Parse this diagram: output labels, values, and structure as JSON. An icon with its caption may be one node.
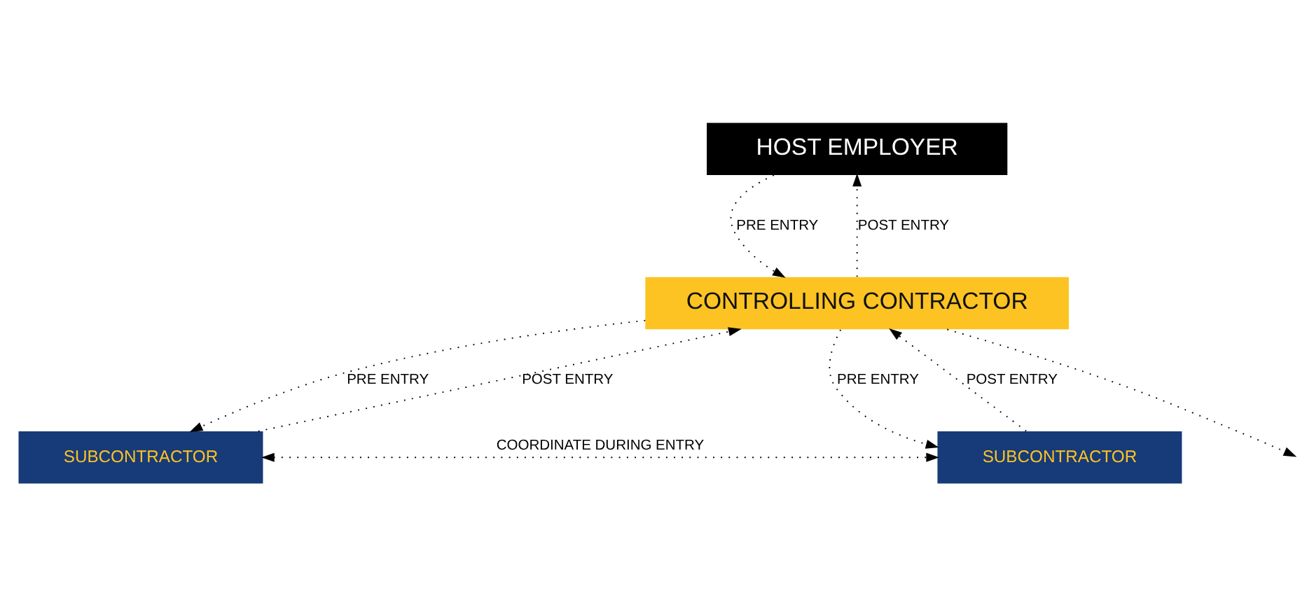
{
  "diagram": {
    "nodes": [
      {
        "text": [
          "HOST EMPLOYER"
        ]
      },
      {
        "text": [
          "CONTROLLING CONTRACTOR"
        ]
      },
      {
        "text": [
          "SUBCONTRACTOR"
        ]
      },
      {
        "text": [
          "SUBCONTRACTOR"
        ]
      }
    ],
    "edges": [
      {
        "from": 0,
        "to": 1,
        "arrow": "to",
        "label": "PRE ENTRY"
      },
      {
        "from": 1,
        "to": 0,
        "arrow": "to",
        "label": "POST ENTRY"
      },
      {
        "from": 1,
        "to": 2,
        "arrow": "to",
        "label": "PRE ENTRY"
      },
      {
        "from": 2,
        "to": 1,
        "arrow": "to",
        "label": "POST ENTRY"
      },
      {
        "from": 1,
        "to": 3,
        "arrow": "to",
        "label": "PRE ENTRY"
      },
      {
        "from": 3,
        "to": 1,
        "arrow": "to",
        "label": "POST ENTRY"
      },
      {
        "from": 1,
        "to": null,
        "arrow": "to"
      },
      {
        "from": 2,
        "to": 3,
        "arrow": "both",
        "label": "COORDINATE DURING ENTRY"
      }
    ]
  }
}
